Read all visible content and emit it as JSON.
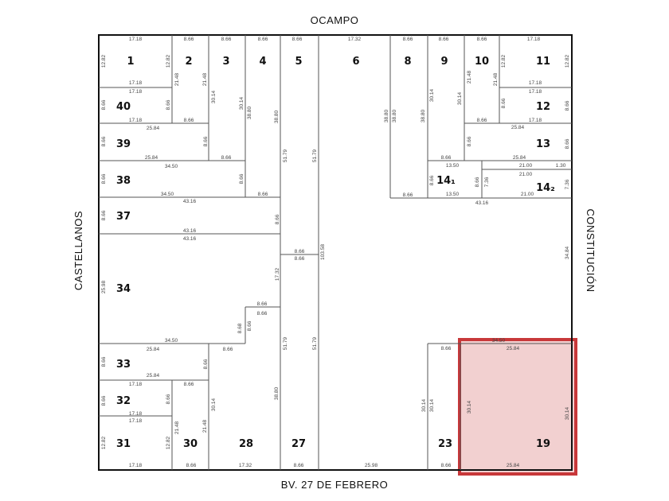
{
  "streets": {
    "top": "OCAMPO",
    "bottom": "BV. 27 DE FEBRERO",
    "left": "CASTELLANOS",
    "right": "CONSTITUCIÓN"
  },
  "highlight": {
    "lot": "19",
    "border_color": "#c8383a",
    "fill_color": "#f2d0d0"
  },
  "lots": [
    "1",
    "2",
    "3",
    "4",
    "5",
    "6",
    "8",
    "9",
    "10",
    "11",
    "12",
    "13",
    "14₁",
    "14₂",
    "40",
    "39",
    "38",
    "37",
    "34",
    "33",
    "32",
    "31",
    "30",
    "28",
    "27",
    "23",
    "19"
  ],
  "dimensions": [
    "17.18",
    "12.82",
    "12.82",
    "17.18",
    "17.18",
    "8.66",
    "8.66",
    "17.18",
    "8.66",
    "21.48",
    "21.48",
    "8.66",
    "25.84",
    "8.66",
    "8.66",
    "25.84",
    "8.66",
    "30.14",
    "30.14",
    "8.66",
    "34.50",
    "8.66",
    "8.66",
    "34.50",
    "8.66",
    "38.80",
    "38.80",
    "8.66",
    "8.66",
    "51.79",
    "51.79",
    "17.32",
    "8.66",
    "38.80",
    "38.80",
    "38.80",
    "8.66",
    "8.66",
    "30.14",
    "30.14",
    "8.66",
    "8.66",
    "21.48",
    "21.48",
    "8.66",
    "17.18",
    "12.82",
    "12.82",
    "17.18",
    "17.18",
    "8.66",
    "8.66",
    "17.18",
    "25.84",
    "8.66",
    "8.66",
    "25.84",
    "13.50",
    "8.66",
    "8.66",
    "13.50",
    "21.00",
    "1.30",
    "21.00",
    "7.36",
    "7.36",
    "21.00",
    "43.16",
    "43.16",
    "8.66",
    "8.66",
    "43.16",
    "43.16",
    "25.98",
    "17.32",
    "8.66",
    "8.66",
    "8.68",
    "8.66",
    "34.50",
    "8.66",
    "8.66",
    "103.58",
    "25.84",
    "8.66",
    "8.66",
    "25.84",
    "8.66",
    "17.18",
    "8.66",
    "8.66",
    "17.18",
    "8.66",
    "21.48",
    "21.48",
    "8.66",
    "17.18",
    "12.82",
    "12.82",
    "17.18",
    "30.14",
    "38.80",
    "17.32",
    "51.79",
    "51.79",
    "8.66",
    "25.98",
    "8.66",
    "30.14",
    "30.14",
    "8.66",
    "34.50",
    "25.84",
    "30.14",
    "30.14",
    "25.84",
    "34.84"
  ]
}
